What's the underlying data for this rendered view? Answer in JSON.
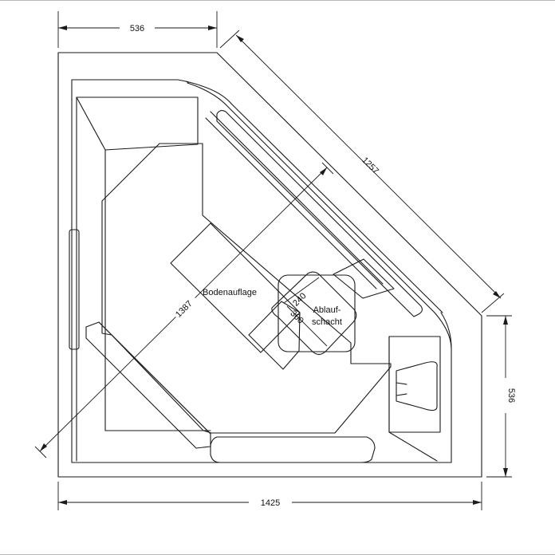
{
  "drawing": {
    "dimensions": {
      "top_width": "536",
      "diagonal": "1257",
      "right_height": "536",
      "bottom_width": "1425",
      "inner_diagonal": "1387",
      "drain_width": "240",
      "drain_height": "300"
    },
    "labels": {
      "floor_support": "Bodenauflage",
      "drain_line1": "Ablauf-",
      "drain_line2": "schacht"
    }
  }
}
